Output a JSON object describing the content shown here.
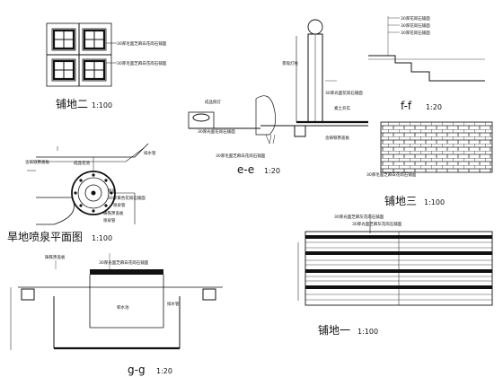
{
  "drawing_titles": {
    "paving2": {
      "title": "铺地二",
      "scale": "1:100"
    },
    "paving3": {
      "title": "铺地三",
      "scale": "1:100"
    },
    "paving1": {
      "title": "铺地一",
      "scale": "1:100"
    },
    "fountain_plan": {
      "title": "旱地喷泉平面图",
      "scale": "1:100"
    },
    "section_ee": {
      "title": "e-e",
      "scale": "1:20"
    },
    "section_ff": {
      "title": "f-f",
      "scale": "1:20"
    },
    "section_gg": {
      "title": "g-g",
      "scale": "1:20"
    }
  },
  "notes": {
    "p2_a": "30厚毛面芝麻白花岗石铺面",
    "p2_b": "30厚毛面芝麻白花岗石铺面",
    "ee_lamp": "成品照灯",
    "ee_flower": "30厚光面花岗石铺面",
    "ee_wall": "景观灯柱",
    "ee_right": "30厚光面花岗石铺面",
    "ee_drain": "含铸铁箅盖板",
    "ee_bottom": "30厚毛面芝麻白花岗石铺面",
    "ee_base": "素土夯实",
    "ff_a": "30厚花岗石铺面",
    "ff_b": "30厚花岗石铺面",
    "ff_c": "30厚花岗石铺面",
    "fp_a": "含铸铁箅盖板",
    "fp_b": "成品花池",
    "fp_c": "排水管",
    "fp_d": "喷泉",
    "fp_e": "30厚黄色花岗石铺面",
    "fp_f": "喷泉管",
    "fp_g": "铸铁箅盖板",
    "fp_h": "喷泉管",
    "p3_label": "30厚毛面芝麻白花岗石铺面",
    "p1_a": "30厚光面芝麻灰花岗石铺面",
    "p1_b": "30厚光面芝麻灰花岗石铺面",
    "gg_a": "铸铁箅盖板",
    "gg_b": "30厚光面芝麻白花岗石铺面",
    "gg_c": "积水池",
    "gg_d": "排水管"
  }
}
